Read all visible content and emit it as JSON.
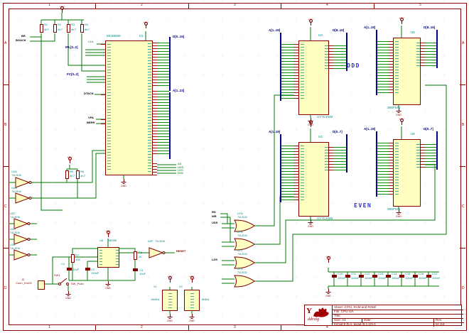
{
  "power": {
    "vcc": "+5V",
    "gnd": "GND"
  },
  "sheet": {
    "odd": "ODD",
    "even": "EVEN",
    "cols": [
      "1",
      "2",
      "3",
      "4",
      "5"
    ],
    "rows": [
      "A",
      "B",
      "C",
      "D"
    ]
  },
  "title_block": {
    "sheet_line": "Sheet: /CPU, RAM and ROM/",
    "file_line": "File: CPU.sch",
    "title_line": "Title:",
    "size_line": "Size: A3",
    "date_line": "Date:",
    "rev_line": "Rev:",
    "tool_line": "KiCad E.D.A.  kicad (5.1.10)-1",
    "id_line": "Id: 2/4",
    "logo_y": "Y",
    "logo_name": "ddraig"
  },
  "cpu": {
    "ref": "U1",
    "value": "MC68000",
    "bus_d": "D[0..15]",
    "bus_a": "A[1..23]",
    "clk": "CLK",
    "ipl": "IPL[0..2]",
    "fc": "FC[0..2]",
    "dtack": "DTACK",
    "vpa": "VPA",
    "berr": "BERR",
    "br": "BR",
    "bgack": "BGACK",
    "ctl": [
      "AS",
      "UDS",
      "LDS",
      "R/W"
    ]
  },
  "pullups": [
    {
      "ref": "R1",
      "val": "4K7"
    },
    {
      "ref": "R2",
      "val": "4K7"
    },
    {
      "ref": "R3",
      "val": "4K7"
    },
    {
      "ref": "R4",
      "val": "4K7"
    }
  ],
  "pullups2": [
    {
      "ref": "R5",
      "val": "4K7"
    },
    {
      "ref": "R6",
      "val": "4K7"
    }
  ],
  "ram_odd": {
    "ref": "U3",
    "value": "CY7C1049",
    "bus_a": "A[1..19]",
    "bus_d": "D[8..15]"
  },
  "rom_odd": {
    "ref": "U5",
    "value": "39SF040",
    "bus_a": "A[1..19]",
    "bus_d": "D[8..15]"
  },
  "ram_even": {
    "ref": "U4",
    "value": "CY7C1049",
    "bus_a": "A[1..19]",
    "bus_d": "D[0..7]"
  },
  "rom_even": {
    "ref": "U6",
    "value": "39SF040",
    "bus_a": "A[1..19]",
    "bus_d": "D[0..7]"
  },
  "gates": {
    "value": "74LS32",
    "items": [
      {
        "ref": "U7A"
      },
      {
        "ref": "U7B"
      },
      {
        "ref": "U7C"
      },
      {
        "ref": "U7D"
      }
    ],
    "lbl_rd": "RD",
    "lbl_wr": "WR",
    "lbl_uds": "UDS",
    "lbl_lds": "LDS"
  },
  "buffers": {
    "value": "74LS06",
    "items": [
      {
        "ref": "U2A"
      },
      {
        "ref": "U2B"
      },
      {
        "ref": "U2C"
      },
      {
        "ref": "U2D"
      },
      {
        "ref": "U2E"
      }
    ]
  },
  "reset": {
    "conn_ref": "J2",
    "conn_val": "Conn_01x02",
    "sw_ref": "SW1",
    "sw_val": "SW_Push",
    "timer_ref": "U8",
    "timer_val": "NE555",
    "r7_ref": "R7",
    "r7_val": "10K",
    "r8_ref": "R8",
    "r8_val": "1K",
    "c1_ref": "C1",
    "c1_val": "10uF",
    "c2_ref": "C2",
    "c2_val": "100nF",
    "c3_ref": "C3",
    "c3_val": "10uF",
    "buf_ref": "U2F",
    "buf_val": "74LS06",
    "out": "RESET"
  },
  "osc": [
    {
      "ref": "X1",
      "val": "16MHz"
    },
    {
      "ref": "X2",
      "val": "8MHz"
    }
  ],
  "decoupling": {
    "val": "100nF",
    "items": [
      {
        "ref": "C10"
      },
      {
        "ref": "C11"
      },
      {
        "ref": "C12"
      },
      {
        "ref": "C13"
      },
      {
        "ref": "C14"
      },
      {
        "ref": "C15"
      },
      {
        "ref": "C16"
      },
      {
        "ref": "C17"
      }
    ]
  }
}
